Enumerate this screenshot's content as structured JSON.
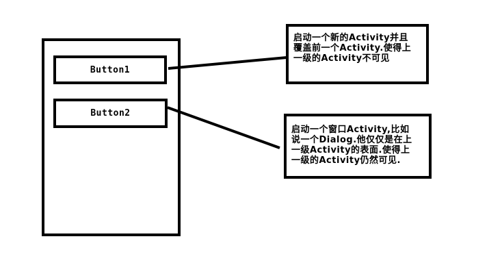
{
  "diagram": {
    "frame_buttons": [
      {
        "label": "Button1"
      },
      {
        "label": "Button2"
      }
    ],
    "notes": [
      {
        "lines": [
          "启动一个新的Activity并且",
          "覆盖前一个Activity.使得上",
          "一级的Activity不可见"
        ]
      },
      {
        "lines": [
          "启动一个窗口Activity,比如",
          "说一个Dialog.他仅仅是在上",
          "一级Activity的表面.使得上",
          "一级的Activity仍然可见."
        ]
      }
    ],
    "colors": {
      "ink": "#000000",
      "background": "#ffffff"
    }
  }
}
